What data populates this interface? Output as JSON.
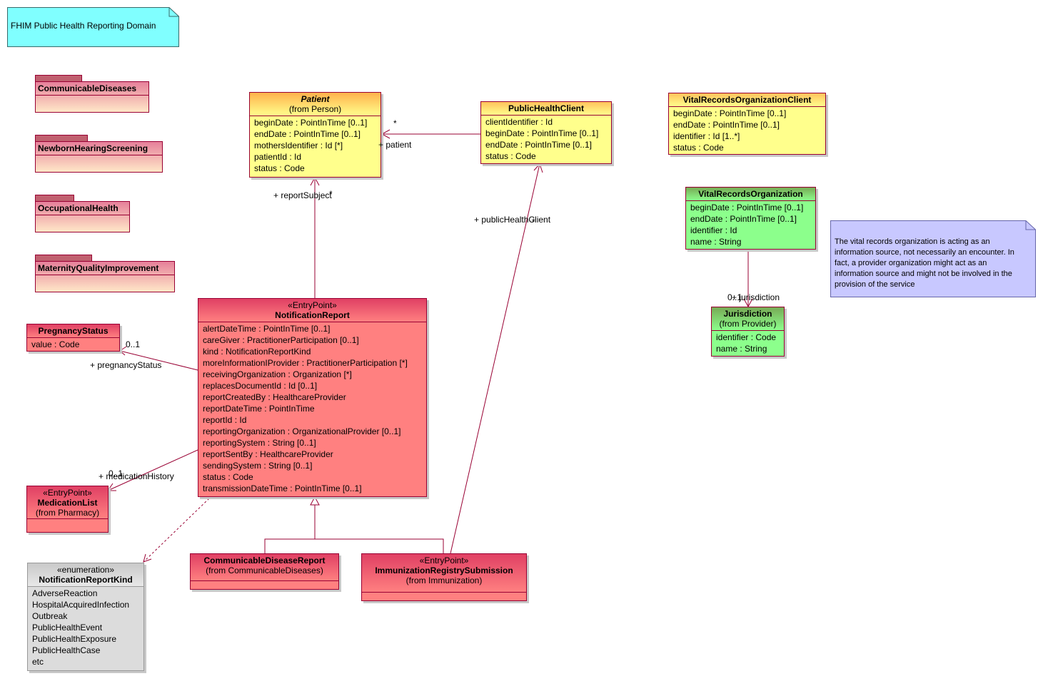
{
  "diagram_title": "FHIM Public Health Reporting Domain",
  "packages": [
    {
      "name": "CommunicableDiseases"
    },
    {
      "name": "NewbornHearingScreening"
    },
    {
      "name": "OccupationalHealth"
    },
    {
      "name": "MaternityQualityImprovement"
    }
  ],
  "classes": {
    "patient": {
      "name": "Patient",
      "from": "(from Person)",
      "attrs": [
        "beginDate : PointInTime [0..1]",
        "endDate : PointInTime [0..1]",
        "mothersIdentifier : Id [*]",
        "patientId : Id",
        "status : Code"
      ]
    },
    "public_health_client": {
      "name": "PublicHealthClient",
      "attrs": [
        "clientIdentifier : Id",
        "beginDate : PointInTime [0..1]",
        "endDate : PointInTime [0..1]",
        "status : Code"
      ]
    },
    "vital_records_org_client": {
      "name": "VitalRecordsOrganizationClient",
      "attrs": [
        "beginDate : PointInTime [0..1]",
        "endDate : PointInTime [0..1]",
        "identifier : Id [1..*]",
        "status : Code"
      ]
    },
    "vital_records_org": {
      "name": "VitalRecordsOrganization",
      "attrs": [
        "beginDate : PointInTime [0..1]",
        "endDate : PointInTime [0..1]",
        "identifier : Id",
        "name : String"
      ]
    },
    "jurisdiction": {
      "name": "Jurisdiction",
      "from": "(from Provider)",
      "attrs": [
        "identifier : Code",
        "name : String"
      ]
    },
    "pregnancy_status": {
      "name": "PregnancyStatus",
      "attrs": [
        "value : Code"
      ]
    },
    "notification_report": {
      "stereotype": "«EntryPoint»",
      "name": "NotificationReport",
      "attrs": [
        "alertDateTime : PointInTime [0..1]",
        "careGiver : PractitionerParticipation [0..1]",
        "kind : NotificationReportKind",
        "moreInformationIProvider : PractitionerParticipation [*]",
        "receivingOrganization : Organization [*]",
        "replacesDocumentId : Id [0..1]",
        "reportCreatedBy : HealthcareProvider",
        "reportDateTime : PointInTime",
        "reportId : Id",
        "reportingOrganization : OrganizationalProvider [0..1]",
        "reportingSystem : String [0..1]",
        "reportSentBy : HealthcareProvider",
        "sendingSystem : String [0..1]",
        "status : Code",
        "transmissionDateTime : PointInTime [0..1]"
      ]
    },
    "medication_list": {
      "stereotype": "«EntryPoint»",
      "name": "MedicationList",
      "from": "(from Pharmacy)"
    },
    "notification_report_kind": {
      "stereotype": "«enumeration»",
      "name": "NotificationReportKind",
      "attrs": [
        "AdverseReaction",
        "HospitalAcquiredInfection",
        "Outbreak",
        "PublicHealthEvent",
        "PublicHealthExposure",
        "PublicHealthCase",
        "etc"
      ]
    },
    "communicable_disease_report": {
      "name": "CommunicableDiseaseReport",
      "from": "(from CommunicableDiseases)"
    },
    "immunization_registry_submission": {
      "stereotype": "«EntryPoint»",
      "name": "ImmunizationRegistrySubmission",
      "from": "(from Immunization)"
    }
  },
  "labels": {
    "patient_mult": "*",
    "patient_role": "+ patient",
    "report_subject_role": "+ reportSubject",
    "report_subject_mult": "*",
    "public_health_client_role": "+ publicHealthClient",
    "public_health_client_mult": "*",
    "pregnancy_mult": "0..1",
    "pregnancy_role": "+ pregnancyStatus",
    "medication_mult": "0..1",
    "medication_role": "+ medicationHistory",
    "jurisdiction_mult": "0..1",
    "jurisdiction_role": "+ jurisdiction"
  },
  "note": {
    "text": "The vital records organization is acting as an information source, not necessarily an encounter. In fact, a provider organization might act as an information source and might not be involved in the provision of the service"
  }
}
